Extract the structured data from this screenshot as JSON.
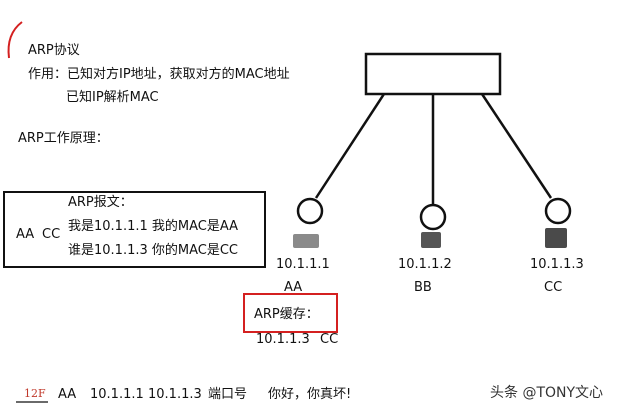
{
  "intro": {
    "title": "ARP协议",
    "purpose_line1": "作用：已知对方IP地址，获取对方的MAC地址",
    "purpose_line2": "已知IP解析MAC",
    "principle": "ARP工作原理："
  },
  "packet": {
    "src": "AA",
    "dst": "CC",
    "title": "ARP报文：",
    "line1": "我是10.1.1.1 我的MAC是AA",
    "line2": "谁是10.1.1.3 你的MAC是CC"
  },
  "hosts": [
    {
      "ip": "10.1.1.1",
      "mac": "AA"
    },
    {
      "ip": "10.1.1.2",
      "mac": "BB"
    },
    {
      "ip": "10.1.1.3",
      "mac": "CC"
    }
  ],
  "cache": {
    "title": "ARP缓存：",
    "ip": "10.1.1.3",
    "mac": "CC"
  },
  "frame": {
    "tag": "12F",
    "mac": "AA",
    "src_ip": "10.1.1.1",
    "dst_ip": "10.1.1.3",
    "port": "端口号",
    "payload": "你好，你真坏!"
  },
  "watermark": "头条 @TONY文心",
  "colors": {
    "ink": "#111111",
    "red": "#d42020"
  }
}
